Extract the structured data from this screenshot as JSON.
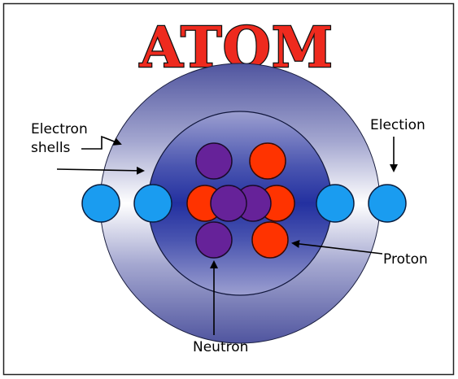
{
  "title": "ATOM",
  "labels": {
    "electron_shells_line1": "Electron",
    "electron_shells_line2": "shells",
    "election": "Election",
    "proton": "Proton",
    "neutron": "Neutron"
  },
  "colors": {
    "title_fill": "#ee2a1e",
    "electron": "#1a9cf0",
    "proton": "#ff3300",
    "neutron": "#662299",
    "outer_shell": "#5a5ea8",
    "inner_shell": "#2e3aa0"
  }
}
